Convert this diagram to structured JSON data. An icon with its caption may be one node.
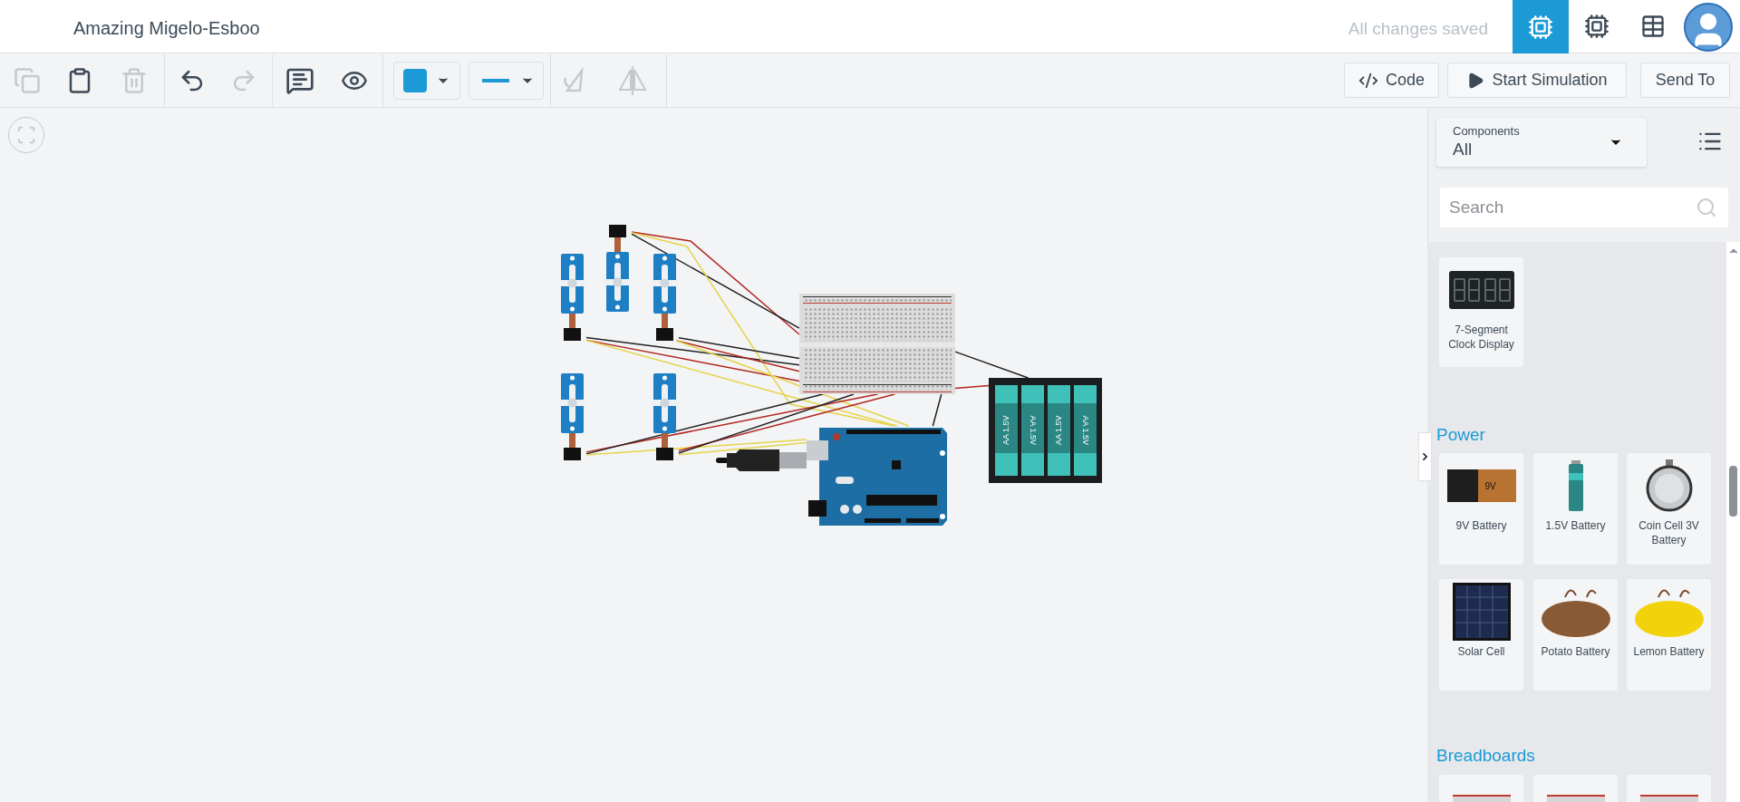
{
  "diagram": {
    "title": "Amazing Migelo-Esboo",
    "nodes": [
      {
        "text": [],
        "shape": "picture"
      },
      {
        "text": [],
        "shape": "picture"
      },
      {
        "text": [],
        "shape": "picture"
      },
      {
        "text": [],
        "shape": "picture"
      },
      {
        "text": [],
        "shape": "picture"
      },
      {
        "text": [],
        "shape": "picture"
      },
      {
        "text": [],
        "shape": "picture"
      },
      {
        "text": [
          "AA 1.5V",
          "AA 1.5V",
          "AA 1.5V",
          "AA 1.5V"
        ]
      }
    ],
    "edges": [
      {
        "from": 0,
        "to": 5,
        "arrow": "none",
        "color": "#b3261e"
      },
      {
        "from": 0,
        "to": 5,
        "arrow": "none",
        "color": "#222222"
      },
      {
        "from": 0,
        "to": 6,
        "arrow": "none",
        "color": "#e6d44a"
      },
      {
        "from": 1,
        "to": 5,
        "arrow": "none",
        "color": "#b3261e"
      },
      {
        "from": 1,
        "to": 5,
        "arrow": "none",
        "color": "#222222"
      },
      {
        "from": 1,
        "to": 6,
        "arrow": "none",
        "color": "#e6d44a"
      },
      {
        "from": 2,
        "to": 5,
        "arrow": "none",
        "color": "#b3261e"
      },
      {
        "from": 2,
        "to": 5,
        "arrow": "none",
        "color": "#222222"
      },
      {
        "from": 2,
        "to": 6,
        "arrow": "none",
        "color": "#e6d44a"
      },
      {
        "from": 3,
        "to": 5,
        "arrow": "none",
        "color": "#b3261e"
      },
      {
        "from": 3,
        "to": 5,
        "arrow": "none",
        "color": "#222222"
      },
      {
        "from": 3,
        "to": 6,
        "arrow": "none",
        "color": "#e6d44a"
      },
      {
        "from": 4,
        "to": 5,
        "arrow": "none",
        "color": "#b3261e"
      },
      {
        "from": 4,
        "to": 5,
        "arrow": "none",
        "color": "#222222"
      },
      {
        "from": 4,
        "to": 6,
        "arrow": "none",
        "color": "#e6d44a"
      },
      {
        "from": 7,
        "to": 5,
        "arrow": "none",
        "color": "#b3261e"
      },
      {
        "from": 7,
        "to": 5,
        "arrow": "none",
        "color": "#222222"
      },
      {
        "from": 5,
        "to": 6,
        "arrow": "none",
        "color": "#222222"
      }
    ],
    "labels": [
      "All changes saved",
      "Code",
      "Start Simulation",
      "Send To",
      "Components",
      "All",
      "Search",
      "7-Segment Clock Display",
      "Power",
      "9V",
      "9V Battery",
      "1.5V Battery",
      "Coin Cell 3V Battery",
      "Solar Cell",
      "Potato Battery",
      "Lemon Battery",
      "Breadboards"
    ]
  }
}
